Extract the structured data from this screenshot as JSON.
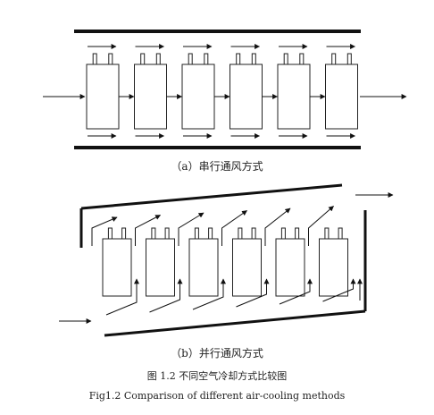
{
  "diagram": {
    "serial_cell_count": 6,
    "parallel_cell_count": 6
  },
  "captions": {
    "a": "（a）串行通风方式",
    "b": "（b）并行通风方式",
    "figure_cn": "图 1.2    不同空气冷却方式比较图",
    "figure_en": "Fig1.2    Comparison of different air-cooling methods"
  }
}
